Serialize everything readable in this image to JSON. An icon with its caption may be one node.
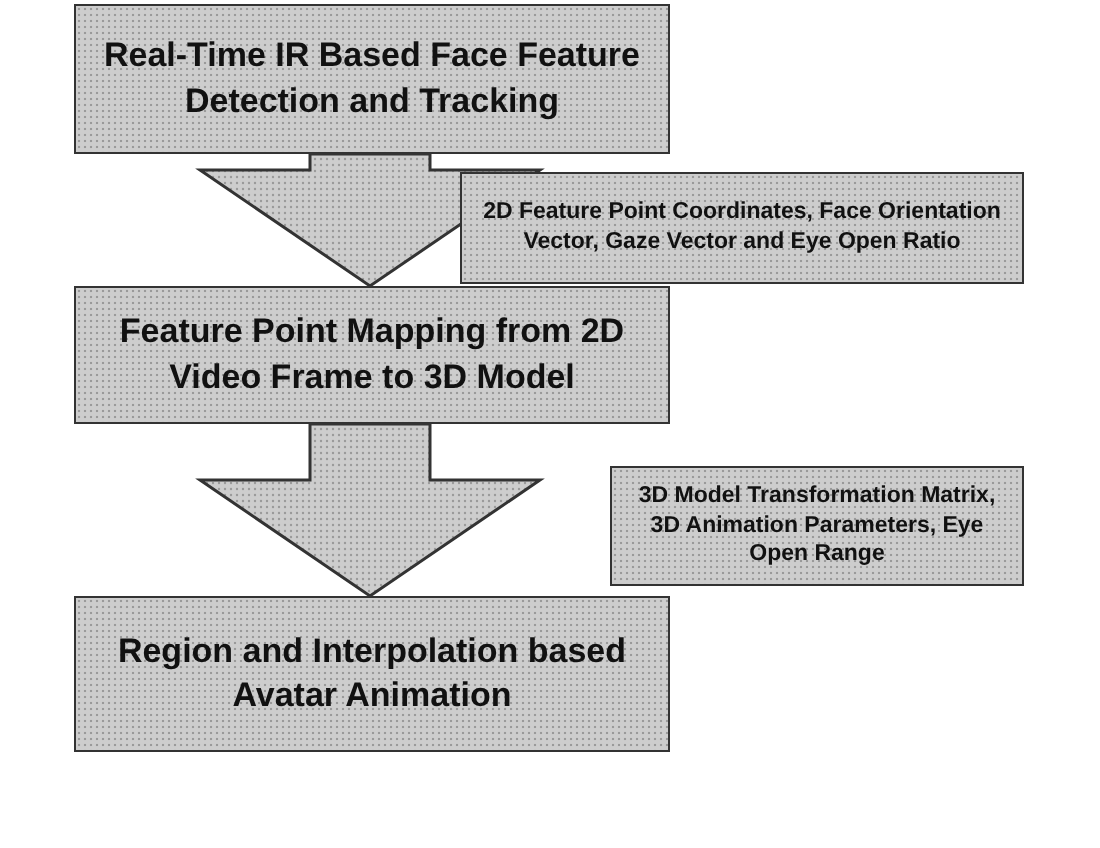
{
  "diagram": {
    "nodes": [
      {
        "text": [
          "Real-Time IR Based Face Feature Detection and Tracking"
        ]
      },
      {
        "text": [
          "2D Feature Point Coordinates, Face Orientation Vector, Gaze Vector and Eye Open Ratio"
        ]
      },
      {
        "text": [
          "Feature Point Mapping from 2D Video Frame to 3D Model"
        ]
      },
      {
        "text": [
          "3D Model Transformation Matrix, 3D Animation Parameters, Eye Open Range"
        ]
      },
      {
        "text": [
          "Region and Interpolation based Avatar Animation"
        ]
      }
    ],
    "edges": [
      {
        "from": 0,
        "to": 2,
        "arrow": "to"
      },
      {
        "from": 2,
        "to": 4,
        "arrow": "to"
      }
    ]
  }
}
